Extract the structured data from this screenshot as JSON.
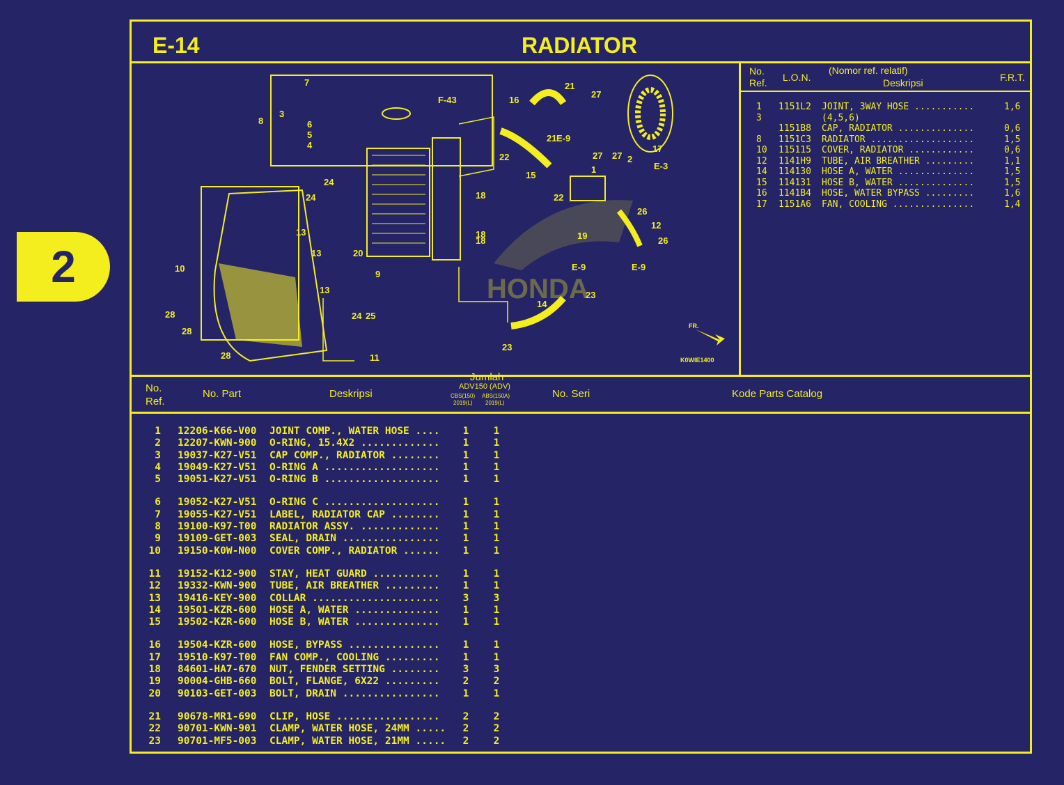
{
  "badge": "2",
  "header": {
    "code": "E-14",
    "title": "RADIATOR"
  },
  "diagram": {
    "labels": [
      "7",
      "3",
      "8",
      "6",
      "5",
      "4",
      "F-43",
      "16",
      "21",
      "21",
      "E-9",
      "27",
      "27",
      "27",
      "17",
      "22",
      "15",
      "E-3",
      "22",
      "2",
      "1",
      "24",
      "24",
      "18",
      "18",
      "18",
      "13",
      "13",
      "13",
      "20",
      "9",
      "10",
      "26",
      "12",
      "26",
      "19",
      "E-9",
      "E-9",
      "23",
      "14",
      "23",
      "24",
      "25",
      "11",
      "28",
      "28",
      "28",
      "FR.",
      "K0WIE1400",
      "HONDA"
    ],
    "watermark": "HONDA",
    "code": "K0WIE1400"
  },
  "ref_panel": {
    "head": {
      "no": "No.",
      "ref": "Ref.",
      "lon": "L.O.N.",
      "note": "(Nomor ref. relatif)",
      "desc": "Deskripsi",
      "frt": "F.R.T."
    },
    "rows": [
      {
        "ref": "1",
        "lon": "1151L2",
        "desc": "JOINT, 3WAY HOSE ...........",
        "frt": "1,6"
      },
      {
        "ref": "3",
        "lon": "",
        "desc": "(4,5,6)",
        "frt": ""
      },
      {
        "ref": "",
        "lon": "1151B8",
        "desc": "CAP, RADIATOR ..............",
        "frt": "0,6"
      },
      {
        "ref": "8",
        "lon": "1151C3",
        "desc": "RADIATOR ...................",
        "frt": "1,5"
      },
      {
        "ref": "10",
        "lon": "115115",
        "desc": "COVER, RADIATOR ............",
        "frt": "0,6"
      },
      {
        "ref": "12",
        "lon": "1141H9",
        "desc": "TUBE, AIR BREATHER .........",
        "frt": "1,1"
      },
      {
        "ref": "14",
        "lon": "114130",
        "desc": "HOSE A, WATER ..............",
        "frt": "1,5"
      },
      {
        "ref": "15",
        "lon": "114131",
        "desc": "HOSE B, WATER ..............",
        "frt": "1,5"
      },
      {
        "ref": "16",
        "lon": "1141B4",
        "desc": "HOSE, WATER BYPASS .........",
        "frt": "1,6"
      },
      {
        "ref": "17",
        "lon": "1151A6",
        "desc": "FAN, COOLING ...............",
        "frt": "1,4"
      }
    ]
  },
  "table_head": {
    "no": "No.",
    "ref": "Ref.",
    "part": "No. Part",
    "desc": "Deskripsi",
    "jumlah": "Jumlah",
    "model": "ADV150 (ADV)",
    "cbs": "CBS(150)",
    "abs": "ABS(150A)",
    "y1": "2019(L)",
    "y2": "2019(L)",
    "seri": "No. Seri",
    "catalog": "Kode Parts Catalog"
  },
  "parts": [
    {
      "ref": "1",
      "part": "12206-K66-V00",
      "desc": "JOINT COMP., WATER HOSE ....",
      "q1": "1",
      "q2": "1"
    },
    {
      "ref": "2",
      "part": "12207-KWN-900",
      "desc": "O-RING, 15.4X2 .............",
      "q1": "1",
      "q2": "1"
    },
    {
      "ref": "3",
      "part": "19037-K27-V51",
      "desc": "CAP COMP., RADIATOR ........",
      "q1": "1",
      "q2": "1"
    },
    {
      "ref": "4",
      "part": "19049-K27-V51",
      "desc": "O-RING A ...................",
      "q1": "1",
      "q2": "1"
    },
    {
      "ref": "5",
      "part": "19051-K27-V51",
      "desc": "O-RING B ...................",
      "q1": "1",
      "q2": "1"
    },
    {
      "ref": "6",
      "part": "19052-K27-V51",
      "desc": "O-RING C ...................",
      "q1": "1",
      "q2": "1"
    },
    {
      "ref": "7",
      "part": "19055-K27-V51",
      "desc": "LABEL, RADIATOR CAP ........",
      "q1": "1",
      "q2": "1"
    },
    {
      "ref": "8",
      "part": "19100-K97-T00",
      "desc": "RADIATOR ASSY. .............",
      "q1": "1",
      "q2": "1"
    },
    {
      "ref": "9",
      "part": "19109-GET-003",
      "desc": "SEAL, DRAIN ................",
      "q1": "1",
      "q2": "1"
    },
    {
      "ref": "10",
      "part": "19150-K0W-N00",
      "desc": "COVER COMP., RADIATOR ......",
      "q1": "1",
      "q2": "1"
    },
    {
      "ref": "11",
      "part": "19152-K12-900",
      "desc": "STAY, HEAT GUARD ...........",
      "q1": "1",
      "q2": "1"
    },
    {
      "ref": "12",
      "part": "19332-KWN-900",
      "desc": "TUBE, AIR BREATHER .........",
      "q1": "1",
      "q2": "1"
    },
    {
      "ref": "13",
      "part": "19416-KEY-900",
      "desc": "COLLAR .....................",
      "q1": "3",
      "q2": "3"
    },
    {
      "ref": "14",
      "part": "19501-KZR-600",
      "desc": "HOSE A, WATER ..............",
      "q1": "1",
      "q2": "1"
    },
    {
      "ref": "15",
      "part": "19502-KZR-600",
      "desc": "HOSE B, WATER ..............",
      "q1": "1",
      "q2": "1"
    },
    {
      "ref": "16",
      "part": "19504-KZR-600",
      "desc": "HOSE, BYPASS ...............",
      "q1": "1",
      "q2": "1"
    },
    {
      "ref": "17",
      "part": "19510-K97-T00",
      "desc": "FAN COMP., COOLING .........",
      "q1": "1",
      "q2": "1"
    },
    {
      "ref": "18",
      "part": "84601-HA7-670",
      "desc": "NUT, FENDER SETTING ........",
      "q1": "3",
      "q2": "3"
    },
    {
      "ref": "19",
      "part": "90004-GHB-660",
      "desc": "BOLT, FLANGE, 6X22 .........",
      "q1": "2",
      "q2": "2"
    },
    {
      "ref": "20",
      "part": "90103-GET-003",
      "desc": "BOLT, DRAIN ................",
      "q1": "1",
      "q2": "1"
    },
    {
      "ref": "21",
      "part": "90678-MR1-690",
      "desc": "CLIP, HOSE .................",
      "q1": "2",
      "q2": "2"
    },
    {
      "ref": "22",
      "part": "90701-KWN-901",
      "desc": "CLAMP, WATER HOSE, 24MM .....",
      "q1": "2",
      "q2": "2"
    },
    {
      "ref": "23",
      "part": "90701-MF5-003",
      "desc": "CLAMP, WATER HOSE, 21MM .....",
      "q1": "2",
      "q2": "2"
    }
  ],
  "colors": {
    "background": "#242466",
    "ink": "#f5ee1e"
  }
}
